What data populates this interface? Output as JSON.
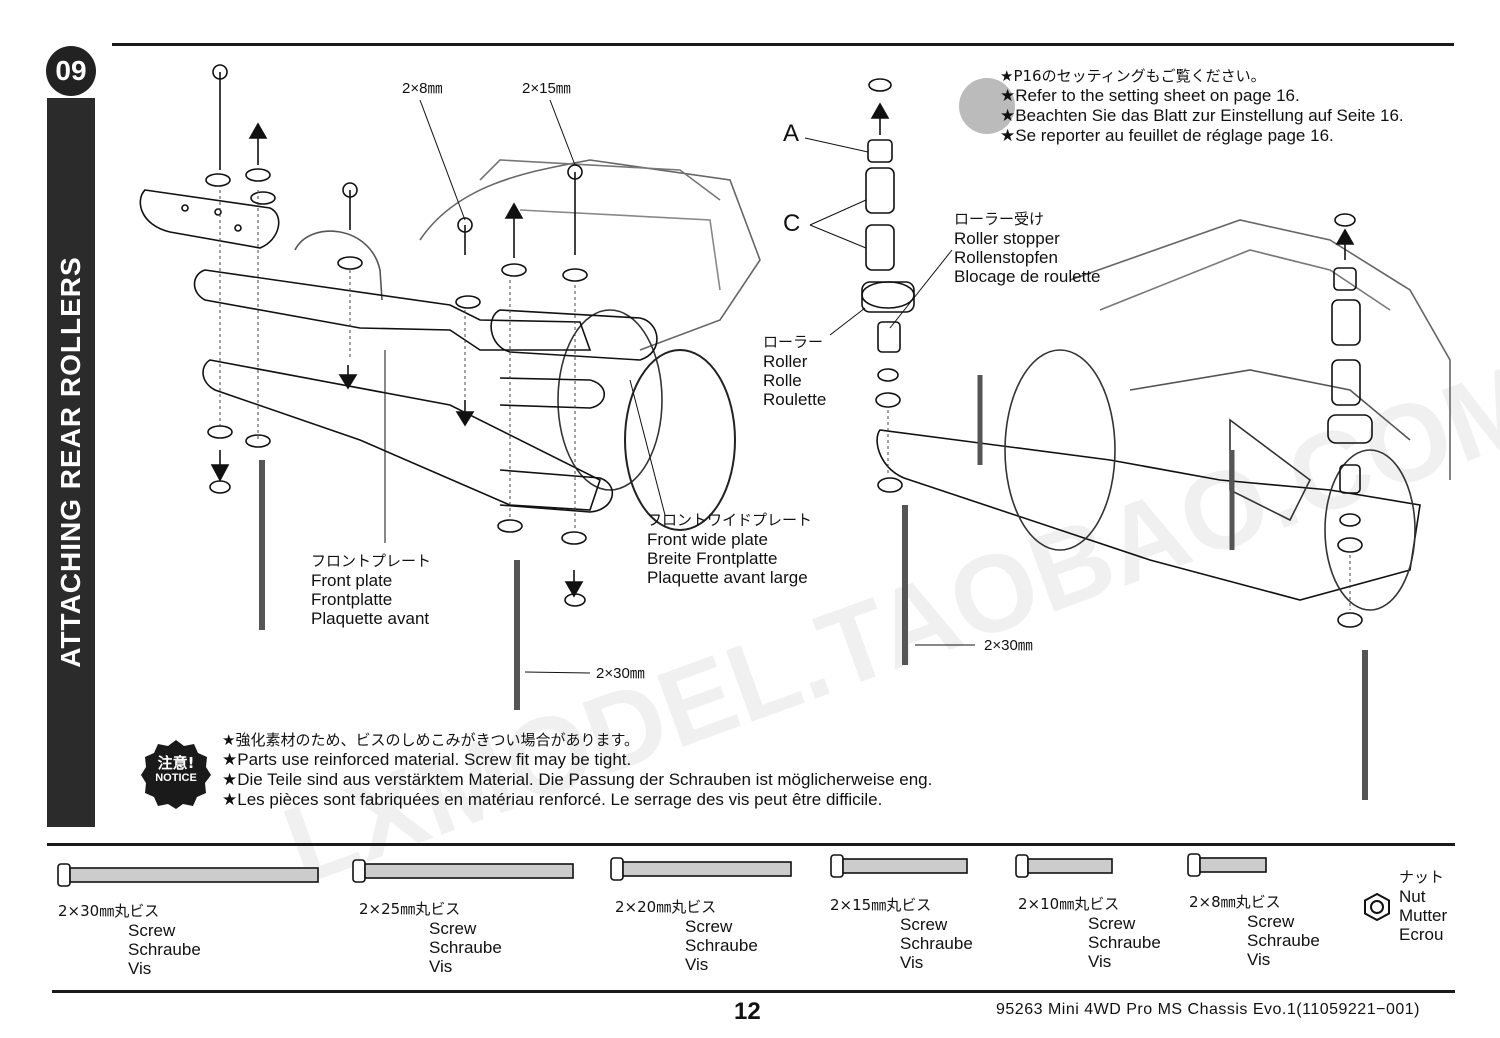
{
  "step": {
    "number": "09",
    "title": "ATTACHING REAR ROLLERS"
  },
  "left_labels": {
    "screw_2x8": "2×8㎜",
    "screw_2x15": "2×15㎜",
    "front_plate": {
      "jp": "フロントプレート",
      "en": "Front plate",
      "de": "Frontplatte",
      "fr": "Plaquette avant"
    },
    "front_wide_plate": {
      "jp": "フロントワイドプレート",
      "en": "Front wide plate",
      "de": "Breite Frontplatte",
      "fr": "Plaquette avant large"
    },
    "screw_2x30": "2×30㎜"
  },
  "right_labels": {
    "label_a": "A",
    "label_c": "C",
    "roller_stopper": {
      "jp": "ローラー受け",
      "en": "Roller stopper",
      "de": "Rollenstopfen",
      "fr": "Blocage de roulette"
    },
    "roller": {
      "jp": "ローラー",
      "en": "Roller",
      "de": "Rolle",
      "fr": "Roulette"
    },
    "screw_2x30": "2×30㎜"
  },
  "refer_note": {
    "jp": "★P16のセッティングもご覧ください。",
    "en": "★Refer to the setting sheet on page 16.",
    "de": "★Beachten Sie das Blatt zur Einstellung auf Seite 16.",
    "fr": "★Se reporter au feuillet de réglage page 16."
  },
  "notice": {
    "badge_jp": "注意!",
    "badge_en": "NOTICE",
    "jp": "★強化素材のため、ビスのしめこみがきつい場合があります。",
    "en": "★Parts use reinforced material. Screw fit may be tight.",
    "de": "★Die Teile sind aus verstärktem Material. Die Passung der Schrauben ist möglicherweise eng.",
    "fr": "★Les pièces sont fabriquées en matériau renforcé. Le serrage des vis peut être difficile."
  },
  "parts": [
    {
      "jp": "2×30㎜丸ビス",
      "en": "Screw",
      "de": "Schraube",
      "fr": "Vis"
    },
    {
      "jp": "2×25㎜丸ビス",
      "en": "Screw",
      "de": "Schraube",
      "fr": "Vis"
    },
    {
      "jp": "2×20㎜丸ビス",
      "en": "Screw",
      "de": "Schraube",
      "fr": "Vis"
    },
    {
      "jp": "2×15㎜丸ビス",
      "en": "Screw",
      "de": "Schraube",
      "fr": "Vis"
    },
    {
      "jp": "2×10㎜丸ビス",
      "en": "Screw",
      "de": "Schraube",
      "fr": "Vis"
    },
    {
      "jp": "2×8㎜丸ビス",
      "en": "Screw",
      "de": "Schraube",
      "fr": "Vis"
    },
    {
      "jp": "ナット",
      "en": "Nut",
      "de": "Mutter",
      "fr": "Ecrou"
    }
  ],
  "footer": {
    "page": "12",
    "model": "95263  Mini  4WD  Pro  MS  Chassis  Evo.1(11059221−001)"
  },
  "watermark": "LXMODEL.TAOBAO.COM"
}
